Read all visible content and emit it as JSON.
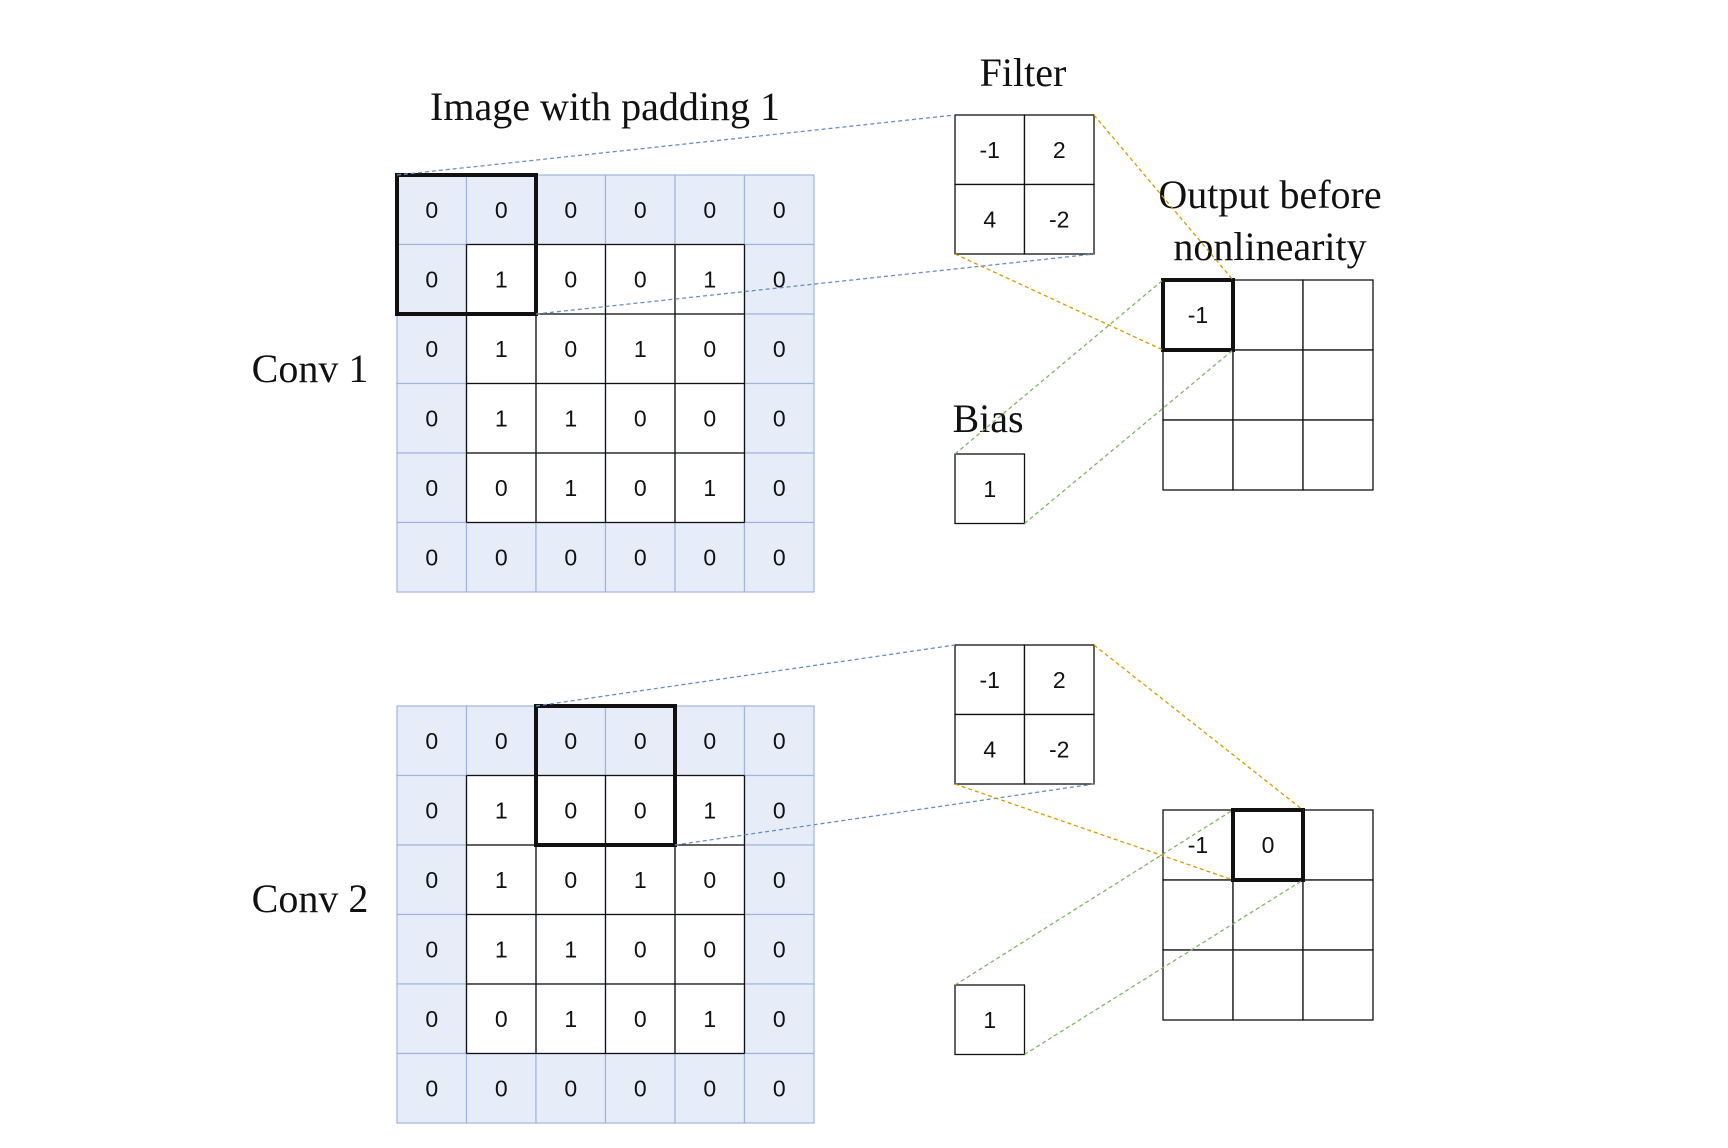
{
  "labels": {
    "image_title": "Image with padding 1",
    "filter_title": "Filter",
    "output_title_line1": "Output before",
    "output_title_line2": "nonlinearity",
    "bias_title": "Bias"
  },
  "colors": {
    "padding_fill": "#e6edf9",
    "padding_border": "#9fb5dc",
    "grid_line": "#111111",
    "image_connector": "#6c8ebf",
    "filter_connector": "#d79b00",
    "bias_connector": "#82b366"
  },
  "panels": [
    {
      "label": "Conv 1",
      "image": [
        [
          "0",
          "0",
          "0",
          "0",
          "0",
          "0"
        ],
        [
          "0",
          "1",
          "0",
          "0",
          "1",
          "0"
        ],
        [
          "0",
          "1",
          "0",
          "1",
          "0",
          "0"
        ],
        [
          "0",
          "1",
          "1",
          "0",
          "0",
          "0"
        ],
        [
          "0",
          "0",
          "1",
          "0",
          "1",
          "0"
        ],
        [
          "0",
          "0",
          "0",
          "0",
          "0",
          "0"
        ]
      ],
      "window": {
        "row": 0,
        "col": 0
      },
      "filter": [
        [
          "-1",
          "2"
        ],
        [
          "4",
          "-2"
        ]
      ],
      "bias": "1",
      "output": [
        [
          "-1",
          "",
          ""
        ],
        [
          "",
          "",
          ""
        ],
        [
          "",
          "",
          ""
        ]
      ],
      "active_output": {
        "row": 0,
        "col": 0
      }
    },
    {
      "label": "Conv 2",
      "image": [
        [
          "0",
          "0",
          "0",
          "0",
          "0",
          "0"
        ],
        [
          "0",
          "1",
          "0",
          "0",
          "1",
          "0"
        ],
        [
          "0",
          "1",
          "0",
          "1",
          "0",
          "0"
        ],
        [
          "0",
          "1",
          "1",
          "0",
          "0",
          "0"
        ],
        [
          "0",
          "0",
          "1",
          "0",
          "1",
          "0"
        ],
        [
          "0",
          "0",
          "0",
          "0",
          "0",
          "0"
        ]
      ],
      "window": {
        "row": 0,
        "col": 2
      },
      "filter": [
        [
          "-1",
          "2"
        ],
        [
          "4",
          "-2"
        ]
      ],
      "bias": "1",
      "output": [
        [
          "-1",
          "0",
          ""
        ],
        [
          "",
          "",
          ""
        ],
        [
          "",
          "",
          ""
        ]
      ],
      "active_output": {
        "row": 0,
        "col": 1
      }
    }
  ]
}
